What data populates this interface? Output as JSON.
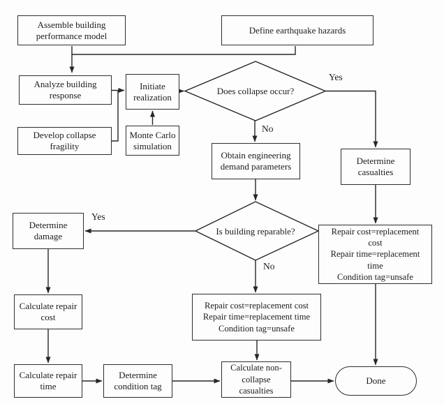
{
  "colors": {
    "background": "#fdfdfd",
    "line": "#262626",
    "text": "#1c1c1c"
  },
  "flowchart": {
    "nodes": {
      "assemble": "Assemble building\nperformance model",
      "define_hazards": "Define earthquake hazards",
      "analyze_response": "Analyze building\nresponse",
      "initiate_realization": "Initiate\nrealization",
      "monte_carlo": "Monte Carlo\nsimulation",
      "develop_fragility": "Develop collapse\nfragility",
      "collapse_question": "Does collapse occur?",
      "obtain_edp": "Obtain engineering\ndemand parameters",
      "determine_casualties": "Determine\ncasualties",
      "reparable_question": "Is building reparable?",
      "determine_damage": "Determine\ndamage",
      "irreparable_outcome_right": "Repair cost=replacement\ncost\nRepair time=replacement\ntime\nCondition tag=unsafe",
      "irreparable_outcome_center": "Repair cost=replacement cost\nRepair time=replacement time\nCondition tag=unsafe",
      "calculate_repair_cost": "Calculate repair\ncost",
      "calculate_repair_time": "Calculate repair\ntime",
      "determine_condition_tag": "Determine\ncondition tag",
      "noncollapse_casualties": "Calculate non-\ncollapse\ncasualties",
      "done": "Done"
    },
    "edge_labels": {
      "collapse_yes": "Yes",
      "collapse_no": "No",
      "reparable_yes": "Yes",
      "reparable_no": "No"
    }
  }
}
